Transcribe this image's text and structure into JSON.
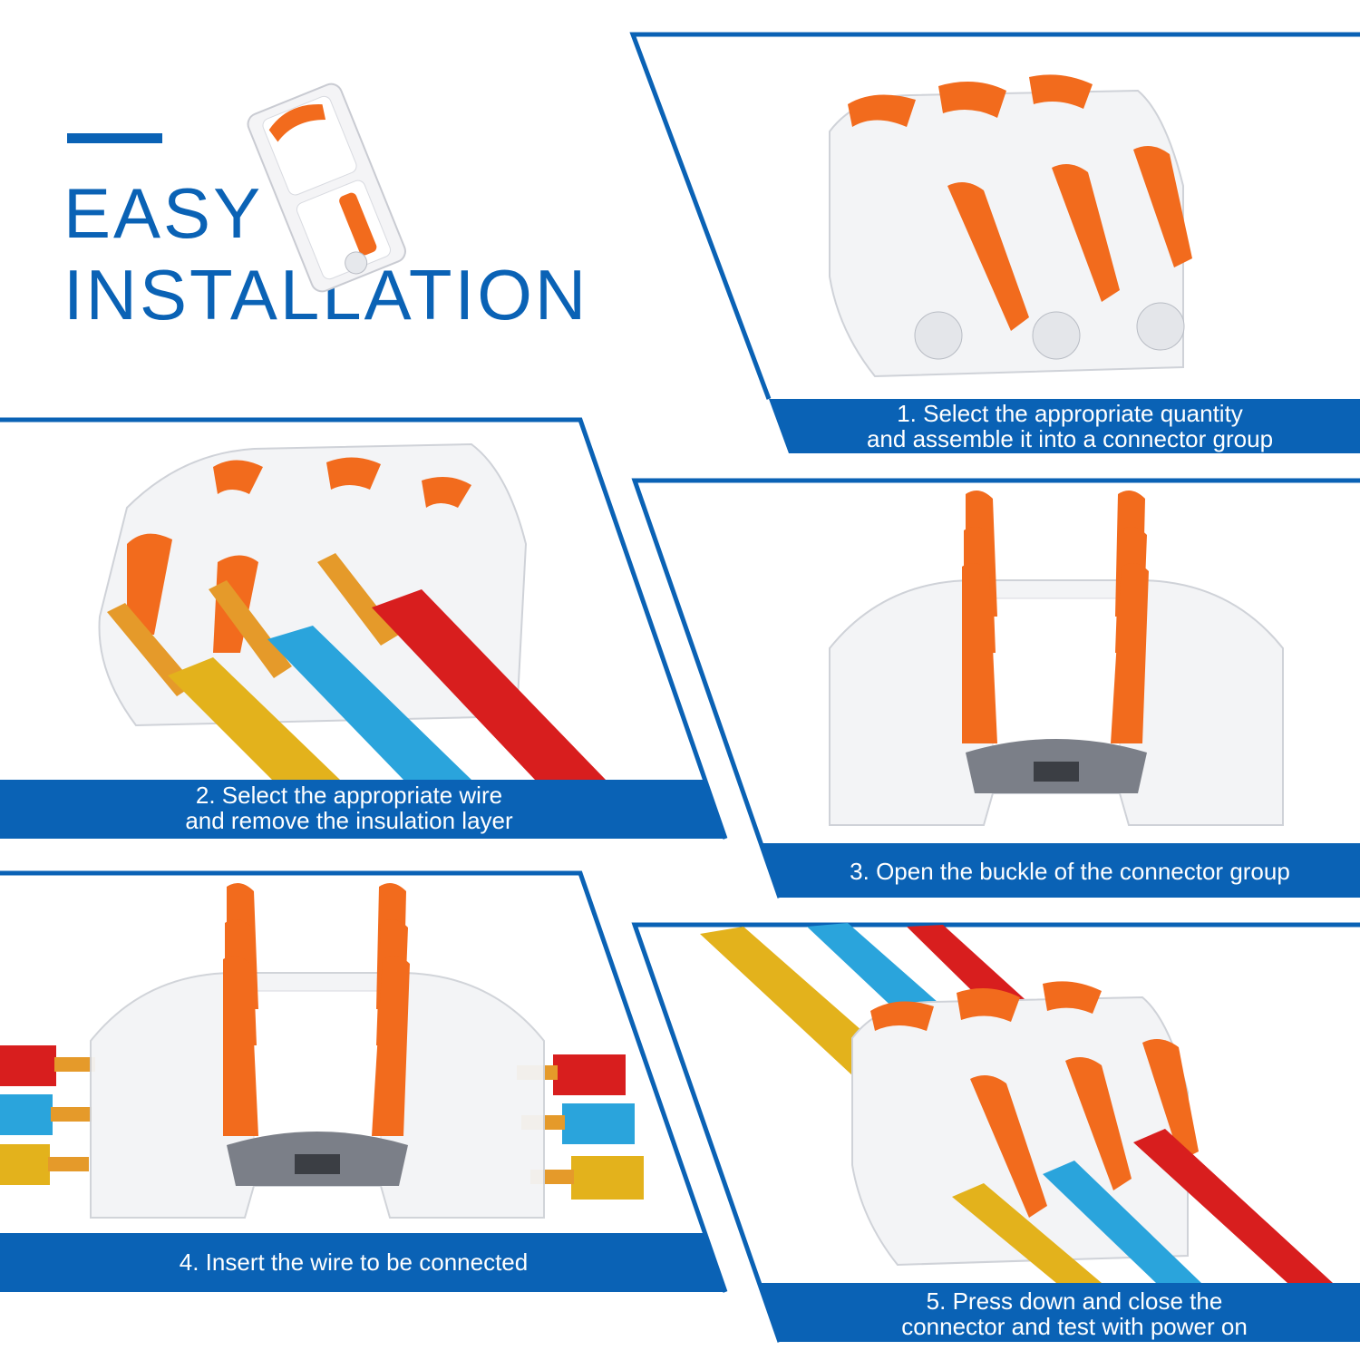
{
  "header": {
    "title_line1": "EASY",
    "title_line2": "INSTALLATION",
    "accent_color": "#0a62b5"
  },
  "colors": {
    "brand_blue": "#0a62b5",
    "lever_orange": "#f26b1d",
    "wire_red": "#d81e1e",
    "wire_blue": "#2aa4dc",
    "wire_yellow": "#e3b21c",
    "copper": "#e59a2a"
  },
  "steps": [
    {
      "number": 1,
      "line1": "1. Select the appropriate quantity",
      "line2": "and assemble it into a connector group",
      "image": "connector-group-closed-icon"
    },
    {
      "number": 2,
      "line1": "2. Select the appropriate wire",
      "line2": "and remove the insulation layer",
      "image": "stripped-wires-icon"
    },
    {
      "number": 3,
      "line1": "3. Open the buckle of the connector group",
      "line2": "",
      "image": "connector-open-levers-icon"
    },
    {
      "number": 4,
      "line1": "4. Insert the wire to be connected",
      "line2": "",
      "image": "connector-wires-inserted-icon"
    },
    {
      "number": 5,
      "line1": "5. Press down and close the",
      "line2": "connector and test with power on",
      "image": "connector-closed-with-wires-icon"
    }
  ]
}
